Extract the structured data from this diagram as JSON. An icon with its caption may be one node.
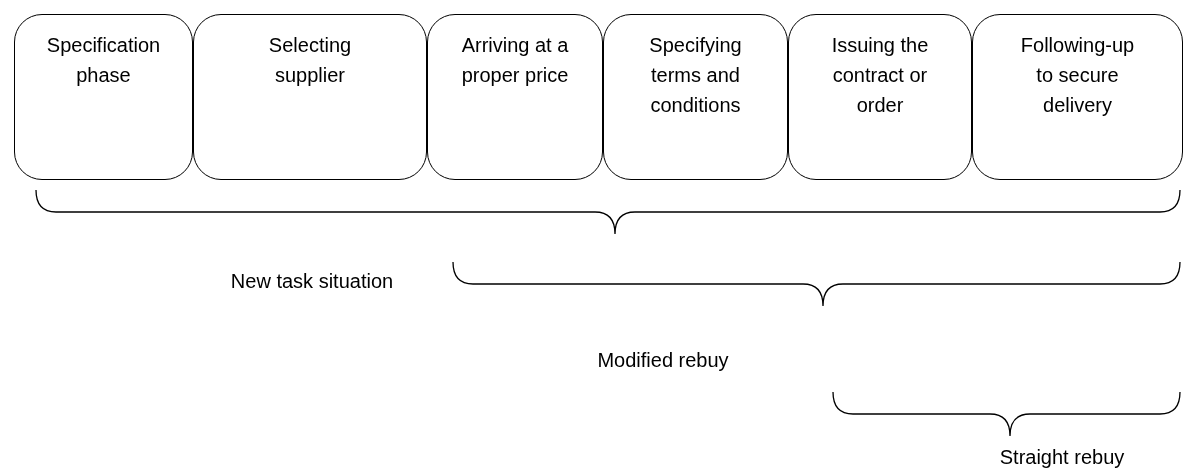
{
  "diagram": {
    "nodes": [
      {
        "text": [
          "Specification phase"
        ]
      },
      {
        "text": [
          "Selecting supplier"
        ]
      },
      {
        "text": [
          "Arriving at a proper price"
        ]
      },
      {
        "text": [
          "Specifying terms and conditions"
        ]
      },
      {
        "text": [
          "Issuing the contract or order"
        ]
      },
      {
        "text": [
          "Following-up to secure delivery"
        ]
      }
    ],
    "labels": [
      "New task situation",
      "Modified rebuy",
      "Straight rebuy"
    ]
  }
}
